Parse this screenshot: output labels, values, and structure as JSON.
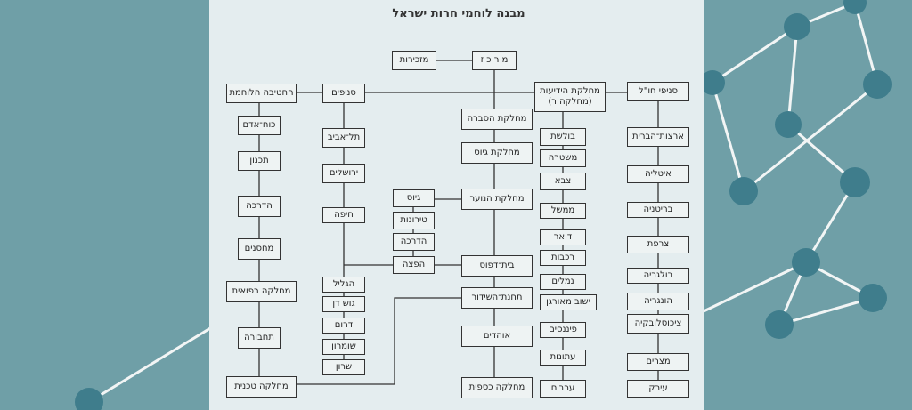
{
  "title": "מבנה לוחמי חרות ישראל",
  "nodes": {
    "secretariat": "מזכירות",
    "center": "מ ר כ ז",
    "branches": "סניפים",
    "combat_brigade": "החטיבה הלוחמת",
    "intel": "מחלקת הידיעות\n(מחלקה ר)",
    "foreign_branches": "סניפי חו\"ל",
    "propaganda": "מחלקת הסברה",
    "recruitment_dept": "מחלקת גיוס",
    "youth": "מחלקת הנוער",
    "printing": "בית־דפוס",
    "radio": "תחנת־השידור",
    "supporters": "אוהדים",
    "finance": "מחלקה כספית",
    "manpower": "כוח־אדם",
    "planning": "תכנון",
    "training": "הדרכה",
    "warehouses": "מחסנים",
    "medical": "מחלקה רפואית",
    "transport": "תחבורה",
    "technical": "מחלקה טכנית",
    "tel_aviv": "תל־אביב",
    "jerusalem": "ירושלים",
    "haifa": "חיפה",
    "galilee": "הגליל",
    "gush_dan": "גוש דן",
    "south": "דרום",
    "shomron": "שומרון",
    "sharon": "שרון",
    "y_recruit": "גיוס",
    "y_basic": "טירונות",
    "y_training": "הדרכה",
    "y_distribution": "הפצה",
    "cid": "בולשת",
    "police": "משטרה",
    "army": "צבא",
    "government": "ממשל",
    "post": "דואר",
    "railways": "רכבות",
    "ports": "נמלים",
    "yishuv": "ישוב מאורגן",
    "finances": "פיננסים",
    "press": "עתונות",
    "arabs": "ערבים",
    "usa": "ארצות־הברית",
    "italy": "איטליה",
    "britain": "בריטניה",
    "france": "צרפת",
    "bulgaria": "בולגריה",
    "hungary": "הונגריה",
    "czech": "ציכוסלובקיה",
    "egypt": "מצרים",
    "iraq": "עירק"
  }
}
